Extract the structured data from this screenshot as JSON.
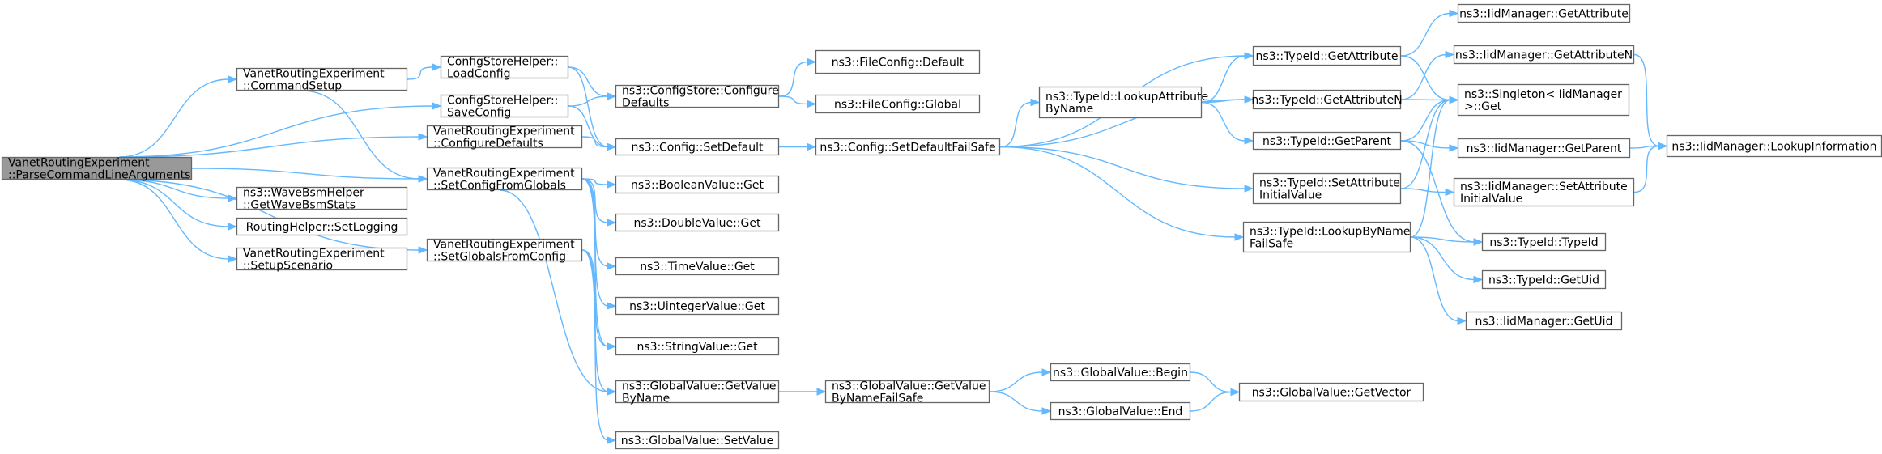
{
  "graph": {
    "colors": {
      "edge": "#63b8ff",
      "border": "#666666",
      "root_fill": "#999999",
      "node_fill": "#ffffff"
    },
    "nodes": {
      "root": [
        "VanetRoutingExperiment",
        "::ParseCommandLineArguments"
      ],
      "cmdsetup": [
        "VanetRoutingExperiment",
        "::CommandSetup"
      ],
      "loadcfg": [
        "ConfigStoreHelper::",
        "LoadConfig"
      ],
      "savecfg": [
        "ConfigStoreHelper::",
        "SaveConfig"
      ],
      "cfgdefaults": [
        "VanetRoutingExperiment",
        "::ConfigureDefaults"
      ],
      "setcfgglobals": [
        "VanetRoutingExperiment",
        "::SetConfigFromGlobals"
      ],
      "getwavestats": [
        "ns3::WaveBsmHelper",
        "::GetWaveBsmStats"
      ],
      "setlogging": [
        "RoutingHelper::SetLogging"
      ],
      "setupscenario": [
        "VanetRoutingExperiment",
        "::SetupScenario"
      ],
      "setglobalscfg": [
        "VanetRoutingExperiment",
        "::SetGlobalsFromConfig"
      ],
      "cscfgdefaults": [
        "ns3::ConfigStore::Configure",
        "Defaults"
      ],
      "configsetdefault": [
        "ns3::Config::SetDefault"
      ],
      "boolget": [
        "ns3::BooleanValue::Get"
      ],
      "doubleget": [
        "ns3::DoubleValue::Get"
      ],
      "timeget": [
        "ns3::TimeValue::Get"
      ],
      "uintget": [
        "ns3::UintegerValue::Get"
      ],
      "strget": [
        "ns3::StringValue::Get"
      ],
      "gvgetbyname": [
        "ns3::GlobalValue::GetValue",
        "ByName"
      ],
      "gvsetvalue": [
        "ns3::GlobalValue::SetValue"
      ],
      "fcdefault": [
        "ns3::FileConfig::Default"
      ],
      "fcglobal": [
        "ns3::FileConfig::Global"
      ],
      "setdefaultfs": [
        "ns3::Config::SetDefaultFailSafe"
      ],
      "gvgetbynamefs": [
        "ns3::GlobalValue::GetValue",
        "ByNameFailSafe"
      ],
      "lookupattr": [
        "ns3::TypeId::LookupAttribute",
        "ByName"
      ],
      "gvbegin": [
        "ns3::GlobalValue::Begin"
      ],
      "gvend": [
        "ns3::GlobalValue::End"
      ],
      "tidgetattr": [
        "ns3::TypeId::GetAttribute"
      ],
      "tidgetattrn": [
        "ns3::TypeId::GetAttributeN"
      ],
      "tidgetparent": [
        "ns3::TypeId::GetParent"
      ],
      "tidsetattr": [
        "ns3::TypeId::SetAttribute",
        "InitialValue"
      ],
      "tidlookupfs": [
        "ns3::TypeId::LookupByName",
        "FailSafe"
      ],
      "gvgetvector": [
        "ns3::GlobalValue::GetVector"
      ],
      "iidgetattr": [
        "ns3::IidManager::GetAttribute"
      ],
      "iidgetattrn": [
        "ns3::IidManager::GetAttributeN"
      ],
      "singleton": [
        "ns3::Singleton< IidManager",
        ">::Get"
      ],
      "iidgetparent": [
        "ns3::IidManager::GetParent"
      ],
      "iidsetattr": [
        "ns3::IidManager::SetAttribute",
        "InitialValue"
      ],
      "tidtypeid": [
        "ns3::TypeId::TypeId"
      ],
      "tidgetuid": [
        "ns3::TypeId::GetUid"
      ],
      "iidgetuid": [
        "ns3::IidManager::GetUid"
      ],
      "iidlookupinfo": [
        "ns3::IidManager::LookupInformation"
      ]
    }
  }
}
